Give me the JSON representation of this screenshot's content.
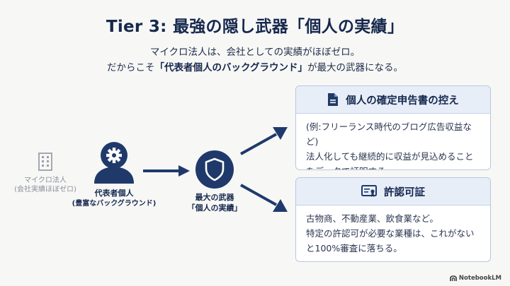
{
  "title": "Tier 3: 最強の隠し武器「個人の実績」",
  "subtitle": {
    "line1": "マイクロ法人は、会社としての実績がほぼゼロ。",
    "line2_before": "だからこそ",
    "line2_emphasis": "「代表者個人のバックグラウンド」",
    "line2_after": "が最大の武器になる。"
  },
  "company": {
    "icon": "building-icon",
    "label_line1": "マイクロ法人",
    "label_line2": "(会社実績ほぼゼロ)"
  },
  "representative": {
    "icon": "person-gear-icon",
    "label_line1": "代表者個人",
    "label_line2": "(豊富なバックグラウンド)"
  },
  "weapon": {
    "icon": "shield-icon",
    "label_line1": "最大の武器",
    "label_line2": "「個人の実績」"
  },
  "cards": [
    {
      "icon": "document-icon",
      "title": "個人の確定申告書の控え",
      "lines": [
        "(例:フリーランス時代のブログ広告収益など)",
        "法人化しても継続的に収益が見込めること",
        "をデータで証明する。"
      ]
    },
    {
      "icon": "certificate-icon",
      "title": "許認可証",
      "lines": [
        "古物商、不動産業、飲食業など。",
        "特定の許認可が必要な業種は、これがない",
        "と100%審査に落ちる。"
      ]
    }
  ],
  "colors": {
    "navy": "#1f3a6a",
    "card_header_bg": "#e7eef8",
    "card_border": "#b9c7df"
  },
  "watermark": "NotebookLM"
}
